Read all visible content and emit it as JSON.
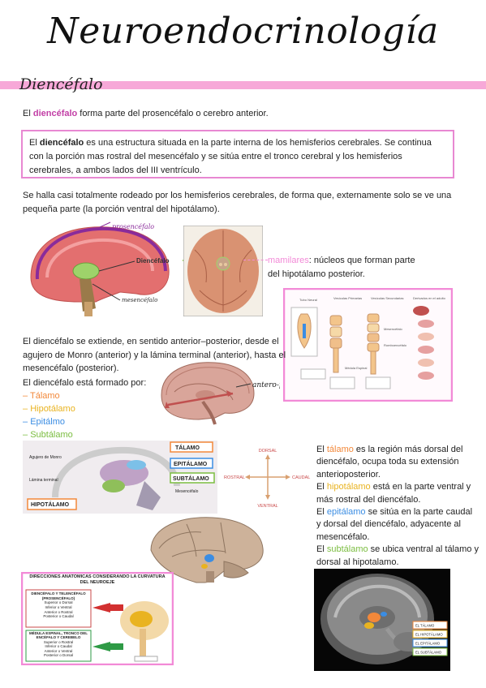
{
  "title": "Neuroendocrinología",
  "section": "Diencéfalo",
  "intro": {
    "pre": "El ",
    "term": "diencéfalo",
    "post": " forma parte del prosencéfalo o cerebro anterior."
  },
  "box": {
    "pre": "El ",
    "term": "diencéfalo",
    "post": " es una estructura situada en la parte interna de los hemisferios cerebrales. Se continua con la porción mas rostral del mesencéfalo y se sitúa entre el tronco cerebral y los hemisferios cerebrales, a ambos lados del III ventrículo."
  },
  "paragraph2": "Se halla casi totalmente rodeado por los hemisferios cerebrales, de forma que, externamente solo se ve una pequeña parte (la porción ventral del hipotálamo).",
  "figure1": {
    "label_prosencefalo": "prosencéfalo",
    "label_diencefalo": "Diencéfalo",
    "label_mesencefalo": "mesencéfalo"
  },
  "mamilares": {
    "term": "mamilares",
    "text": ": núcleos que forman parte del hipotálamo posterior."
  },
  "paragraph3": "El diencéfalo se extiende, en sentido anterior–posterior, desde el agujero de Monro (anterior) y la lámina terminal (anterior), hasta el mesencéfalo (posterior).",
  "figure2": {
    "label": "antero-posterior"
  },
  "parts": {
    "intro": "El diencéfalo está formado por:",
    "items": [
      "Tálamo",
      "Hipotálamo",
      "Epitálmo",
      "Subtálamo"
    ]
  },
  "figure_embryo": {
    "labels": [
      "Tubo Neural",
      "Vesículas Primarias",
      "Vesículas Secundarias",
      "Derivados en el adulto",
      "Mesencéfalo",
      "Romboencéfalo",
      "Médula Espinal"
    ]
  },
  "figure3": {
    "labels": [
      "TÁLAMO",
      "EPITÁLAMO",
      "SUBTÁLAMO",
      "HIPOTÁLAMO"
    ],
    "small": [
      "Agujero de Monro",
      "Lámina terminal",
      "Mesencéfalo"
    ]
  },
  "directions": {
    "dorsal": "DORSAL",
    "ventral": "VENTRAL",
    "rostral": "ROSTRAL",
    "caudal": "CAUDAL"
  },
  "descriptions": [
    {
      "pre": "El ",
      "term": "tálamo",
      "post": " es la región más dorsal del diencéfalo, ocupa toda su extensión anterioposterior."
    },
    {
      "pre": "El ",
      "term": "hipotálamo",
      "post": " está en la parte ventral y más rostral del diencéfalo."
    },
    {
      "pre": "El ",
      "term": "epitálamo",
      "post": " se sitúa en la parte caudal y dorsal del diencéfalo, adyacente al mesencéfalo."
    },
    {
      "pre": "El ",
      "term": "subtálamo",
      "post": " se ubica ventral al tálamo y dorsal al hipotalamo."
    }
  ],
  "figure_directions": {
    "title": "DIRECCIONES ANATOMICAS CONSIDERANDO LA CURVATURA DEL NEUROEJE",
    "block1_title": "DIENCÉFALO Y TELENCÉFALO (PROSENCÉFALO)",
    "block1_lines": [
      "Superior o Dorsal",
      "Inferior o Ventral",
      "Anterior o Rostral",
      "Posterior o Caudal"
    ],
    "block2_title": "MÉDULA ESPINAL, TRONCO DEL ENCÉFALO Y CEREBELO",
    "block2_lines": [
      "Superior o Rostral",
      "Inferior o Caudal",
      "Anterior o Ventral",
      "Posterior o Dorsal"
    ]
  },
  "figure_mri": {
    "labels": [
      "EL TÁLAMO",
      "EL HIPOTÁLAMO",
      "EL EPITÁLAMO",
      "EL SUBTÁLAMO"
    ]
  },
  "colors": {
    "accent_pink": "#f7a8d8",
    "box_border": "#e888d2",
    "magenta": "#c23fa6",
    "talamo": "#f2883a",
    "hipotalamo": "#e9b320",
    "epitalamo": "#3b8de3",
    "subtalamo": "#7bbd40"
  }
}
